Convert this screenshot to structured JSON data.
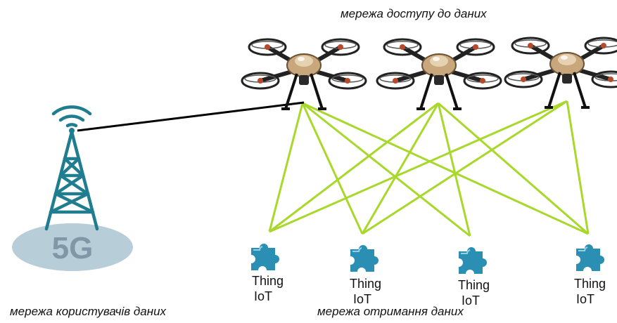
{
  "captions": {
    "access_network": "мережа доступу до даних",
    "users_network": "мережа користувачів даних",
    "receiving_network": "мережа отримання даних"
  },
  "tower": {
    "badge_text": "5G"
  },
  "things": [
    {
      "line1": "Thing",
      "line2": "IoT"
    },
    {
      "line1": "Thing",
      "line2": "IoT"
    },
    {
      "line1": "Thing",
      "line2": "IoT"
    },
    {
      "line1": "Thing",
      "line2": "IoT"
    }
  ],
  "drone_count": 3,
  "colors": {
    "link_lines": "#a8d82a",
    "tower": "#1f7d8f",
    "badge_ellipse": "#b7cdd8",
    "badge_text": "#7f97a6",
    "puzzle_icon": "#2b8fb3",
    "backhaul_line": "#000000"
  }
}
